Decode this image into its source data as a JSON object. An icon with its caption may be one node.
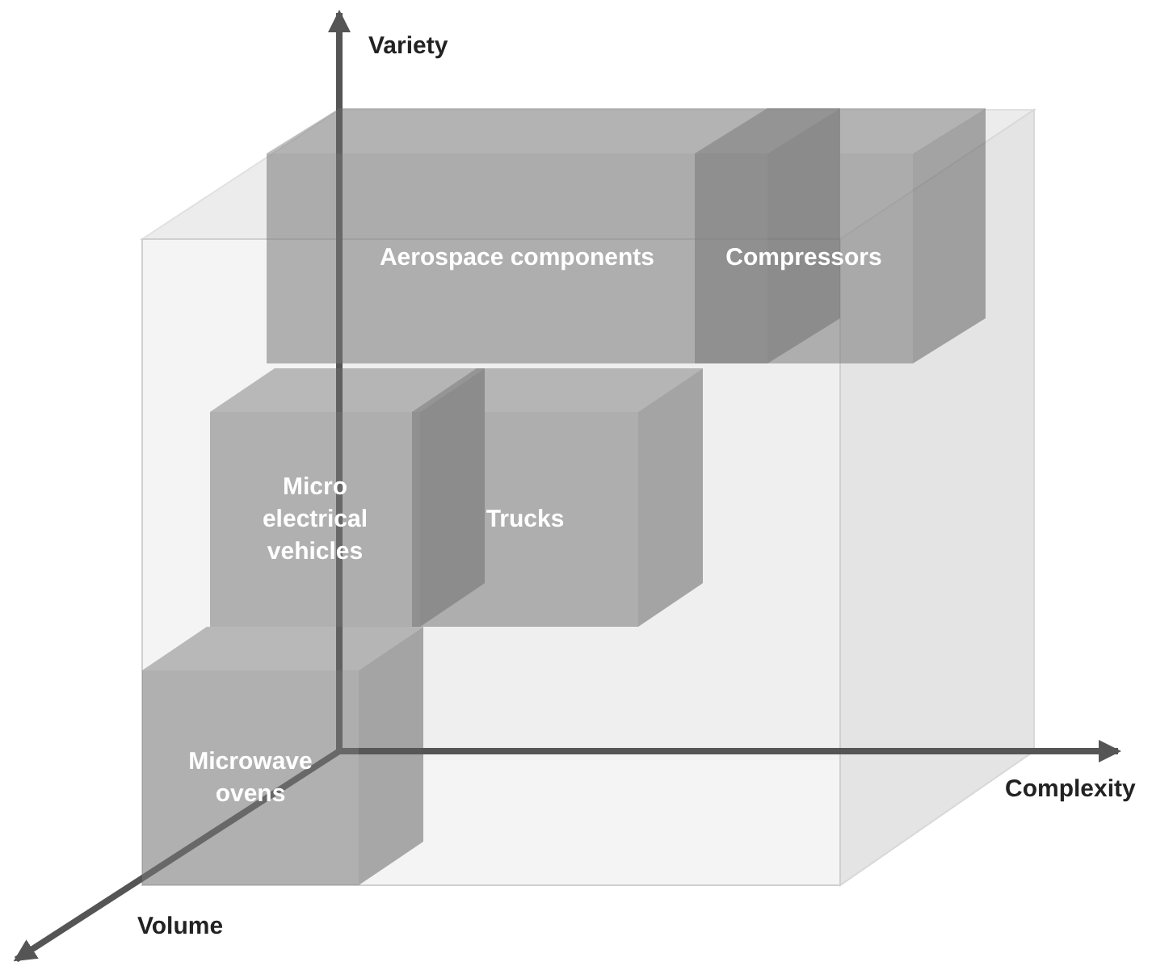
{
  "diagram": {
    "nodes": [
      {
        "text": [
          "Aerospace components"
        ]
      },
      {
        "text": [
          "Compressors"
        ]
      },
      {
        "text": [
          "Micro electrical vehicles"
        ]
      },
      {
        "text": [
          "Trucks"
        ]
      },
      {
        "text": [
          "Microwave ovens"
        ]
      }
    ],
    "edges": [],
    "labels": [
      "Variety",
      "Complexity",
      "Volume"
    ]
  }
}
